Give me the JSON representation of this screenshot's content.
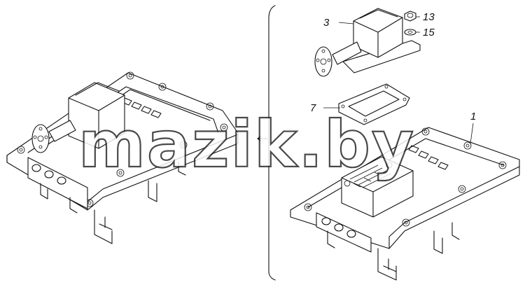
{
  "callouts": {
    "part_3": "3",
    "part_13": "13",
    "part_15": "15",
    "part_7": "7",
    "part_1": "1"
  },
  "watermark": {
    "text": "mazik.by"
  }
}
